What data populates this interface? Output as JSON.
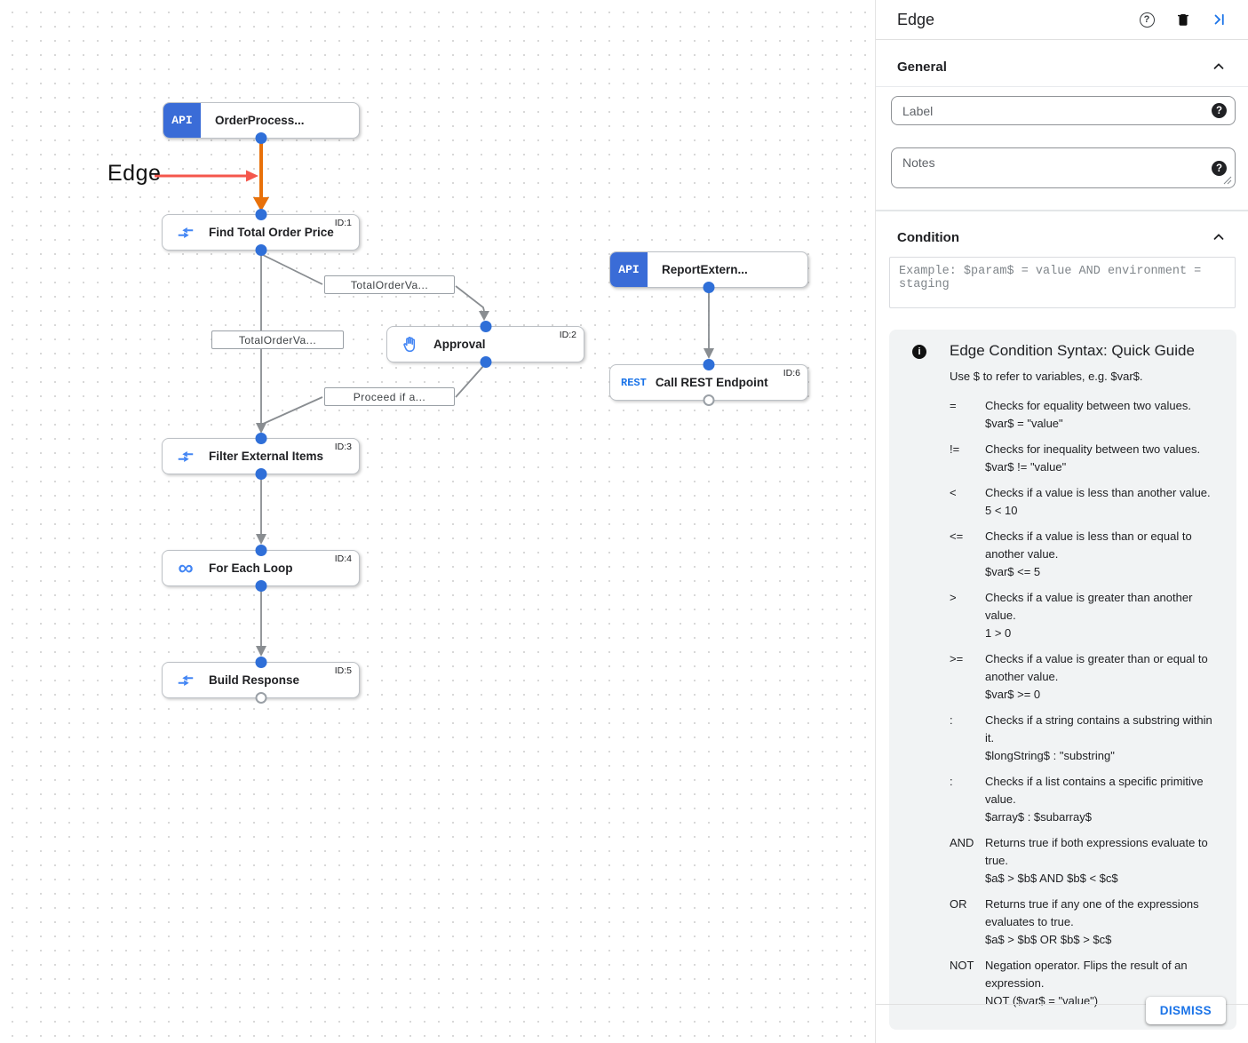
{
  "canvas": {
    "annotation_label": "Edge",
    "nodes": [
      {
        "label": "OrderProcess...",
        "icon": "api",
        "icon_text": "API"
      },
      {
        "label": "Find Total Order Price",
        "icon": "data-mapping",
        "id": "ID:1"
      },
      {
        "label": "ReportExtern...",
        "icon": "api",
        "icon_text": "API"
      },
      {
        "label": "Approval",
        "icon": "approval-hand",
        "id": "ID:2"
      },
      {
        "label": "Call REST Endpoint",
        "icon": "rest",
        "icon_text": "REST",
        "id": "ID:6"
      },
      {
        "label": "Filter External Items",
        "icon": "data-mapping",
        "id": "ID:3"
      },
      {
        "label": "For Each Loop",
        "icon": "loop",
        "icon_text": "∞",
        "id": "ID:4"
      },
      {
        "label": "Build Response",
        "icon": "data-mapping",
        "id": "ID:5"
      }
    ],
    "edge_labels": {
      "to_approval": "TotalOrderVa...",
      "to_filter": "TotalOrderVa...",
      "from_approval": "Proceed if a..."
    },
    "colors": {
      "selected_edge_orange": "#e8710a",
      "edge_gray": "#898d91",
      "annotation_red": "#f4574c",
      "node_blue": "#3a6cd7",
      "port_blue": "#2f6fd8",
      "icon_blue": "#4285f4"
    }
  },
  "panel": {
    "title": "Edge",
    "general": {
      "heading": "General",
      "label_placeholder": "Label",
      "notes_placeholder": "Notes"
    },
    "condition": {
      "heading": "Condition",
      "placeholder": "Example: $param$ = value AND environment = staging"
    },
    "guide": {
      "title": "Edge Condition Syntax: Quick Guide",
      "intro": "Use $ to refer to variables, e.g. $var$.",
      "rows": [
        {
          "op": "=",
          "desc": "Checks for equality between two values.",
          "example": "$var$ = \"value\""
        },
        {
          "op": "!=",
          "desc": "Checks for inequality between two values.",
          "example": "$var$ != \"value\""
        },
        {
          "op": "<",
          "desc": "Checks if a value is less than another value.",
          "example": "5 < 10"
        },
        {
          "op": "<=",
          "desc": "Checks if a value is less than or equal to another value.",
          "example": "$var$ <= 5"
        },
        {
          "op": ">",
          "desc": "Checks if a value is greater than another value.",
          "example": "1 > 0"
        },
        {
          "op": ">=",
          "desc": "Checks if a value is greater than or equal to another value.",
          "example": "$var$ >= 0"
        },
        {
          "op": ":",
          "desc": "Checks if a string contains a substring within it.",
          "example": "$longString$ : \"substring\""
        },
        {
          "op": ":",
          "desc": "Checks if a list contains a specific primitive value.",
          "example": "$array$ : $subarray$"
        },
        {
          "op": "AND",
          "desc": "Returns true if both expressions evaluate to true.",
          "example": "$a$ > $b$ AND $b$ < $c$"
        },
        {
          "op": "OR",
          "desc": "Returns true if any one of the expressions evaluates to true.",
          "example": "$a$ > $b$ OR $b$ > $c$"
        },
        {
          "op": "NOT",
          "desc": "Negation operator. Flips the result of an expression.",
          "example": "NOT ($var$ = \"value\")"
        }
      ]
    },
    "dismiss_label": "DISMISS"
  }
}
